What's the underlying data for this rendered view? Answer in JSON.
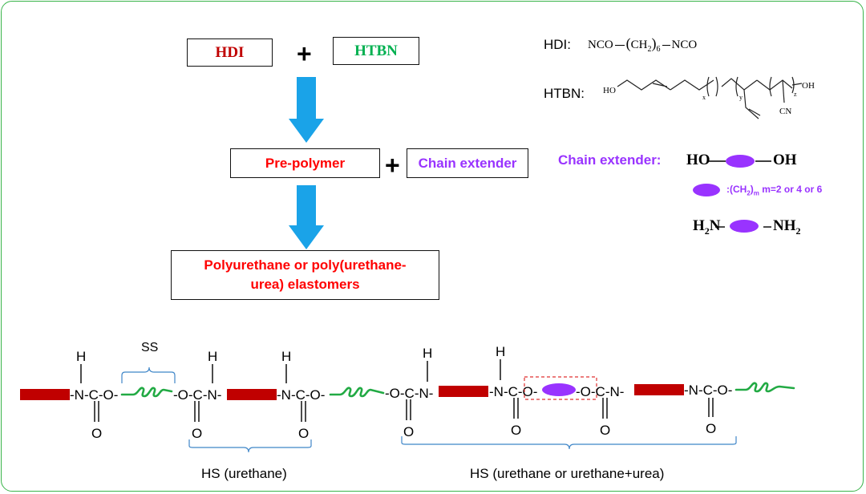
{
  "flow": {
    "hdi_label": "HDI",
    "htbn_label": "HTBN",
    "plus": "+",
    "prepolymer_label": "Pre-polymer",
    "chain_extender_label": "Chain extender",
    "product_line1": "Polyurethane or poly(urethane-",
    "product_line2": "urea) elastomers"
  },
  "legend": {
    "hdi_prefix": "HDI:",
    "hdi_formula_left": "NCO",
    "hdi_formula_mid": "CH",
    "hdi_sub_2": "2",
    "hdi_sub_6": "6",
    "hdi_formula_right": "NCO",
    "htbn_prefix": "HTBN:",
    "htbn_ho": "HO",
    "htbn_oh": "OH",
    "htbn_cn": "CN",
    "htbn_x": "x",
    "htbn_y": "y",
    "htbn_z": "z",
    "chain_extender_title": "Chain extender:",
    "diol_left": "HO",
    "diol_right": "OH",
    "ellipse_def_prefix": ":(CH",
    "ellipse_def_sub2": "2",
    "ellipse_def_close": ")",
    "ellipse_def_subm": "m",
    "ellipse_def_suffix": "m=2 or 4 or 6",
    "diamine_left_H": "H",
    "diamine_left_sub": "2",
    "diamine_left_N": "N",
    "diamine_right_NH": "NH",
    "diamine_right_sub": "2"
  },
  "chain": {
    "ss_label": "SS",
    "hs_urethane_label": "HS (urethane)",
    "hs_urea_label": "HS (urethane or urethane+urea)",
    "atom_H": "H",
    "atom_O": "O"
  },
  "colors": {
    "frame": "#39b44a",
    "hdi_text": "#c00000",
    "htbn_text": "#00b050",
    "red_text": "#ff0000",
    "purple": "#9933ff",
    "arrow": "#1aa3e8",
    "hard_segment": "#c00000",
    "soft_segment": "#22aa44",
    "bracket": "#3f86c8"
  }
}
